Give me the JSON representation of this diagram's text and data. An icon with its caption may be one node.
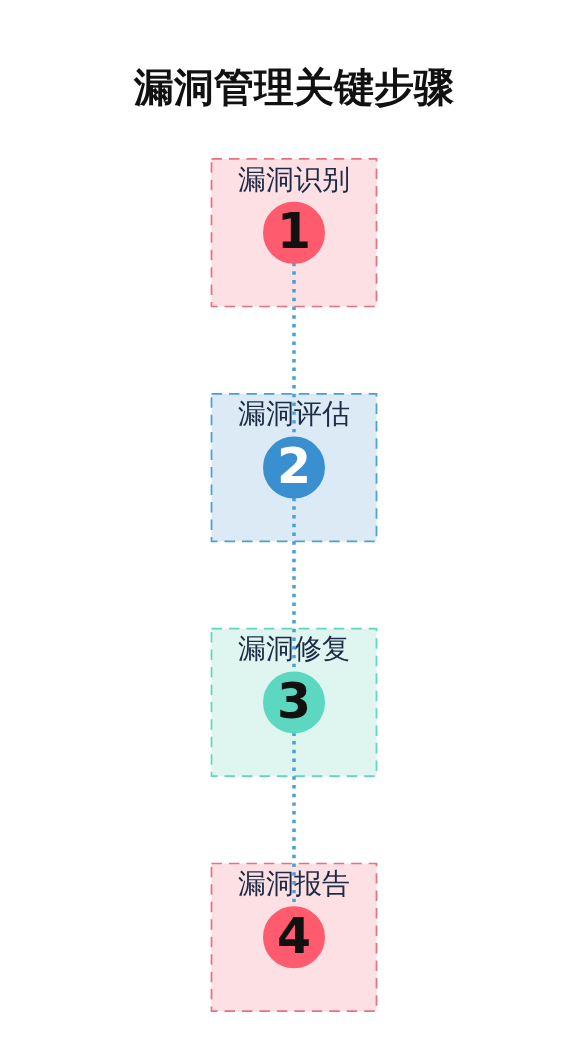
{
  "diagram": {
    "title": "漏洞管理关键步骤",
    "nodes": [
      {
        "text": [
          "漏洞识别"
        ]
      },
      {
        "text": [
          "1"
        ],
        "in": 0
      },
      {
        "text": [
          "漏洞评估"
        ]
      },
      {
        "text": [
          "2"
        ],
        "in": 2
      },
      {
        "text": [
          "漏洞修复"
        ]
      },
      {
        "text": [
          "3"
        ],
        "in": 4
      },
      {
        "text": [
          "漏洞报告"
        ]
      },
      {
        "text": [
          "4"
        ],
        "in": 6
      }
    ],
    "edges": [
      {
        "from": 1,
        "to": 3,
        "arrow": "none",
        "style": "dashed"
      },
      {
        "from": 3,
        "to": 5,
        "arrow": "none",
        "style": "dashed"
      },
      {
        "from": 5,
        "to": 7,
        "arrow": "none",
        "style": "dashed"
      }
    ]
  }
}
